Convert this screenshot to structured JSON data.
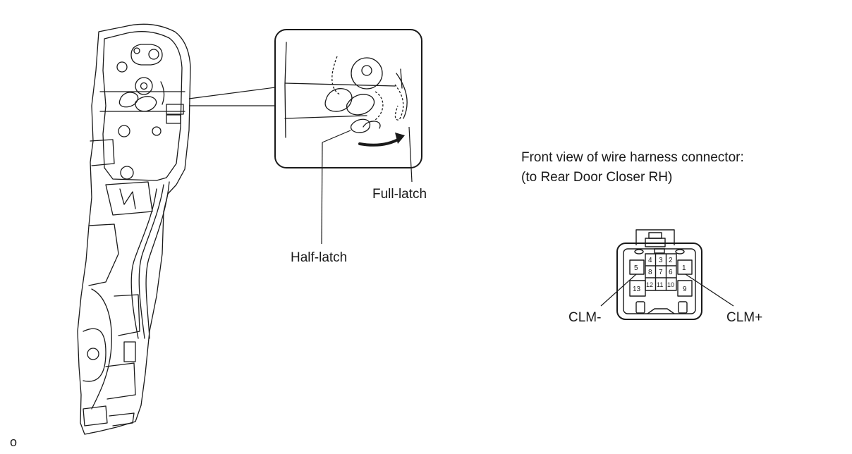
{
  "labels": {
    "full_latch": "Full-latch",
    "half_latch": "Half-latch",
    "connector_title_line1": "Front view of wire harness connector:",
    "connector_title_line2": "(to Rear Door Closer RH)",
    "clm_minus": "CLM-",
    "clm_plus": "CLM+",
    "corner_mark": "o"
  },
  "connector": {
    "pins": {
      "p1": "1",
      "p2": "2",
      "p3": "3",
      "p4": "4",
      "p5": "5",
      "p6": "6",
      "p7": "7",
      "p8": "8",
      "p9": "9",
      "p10": "10",
      "p11": "11",
      "p12": "12",
      "p13": "13"
    }
  }
}
